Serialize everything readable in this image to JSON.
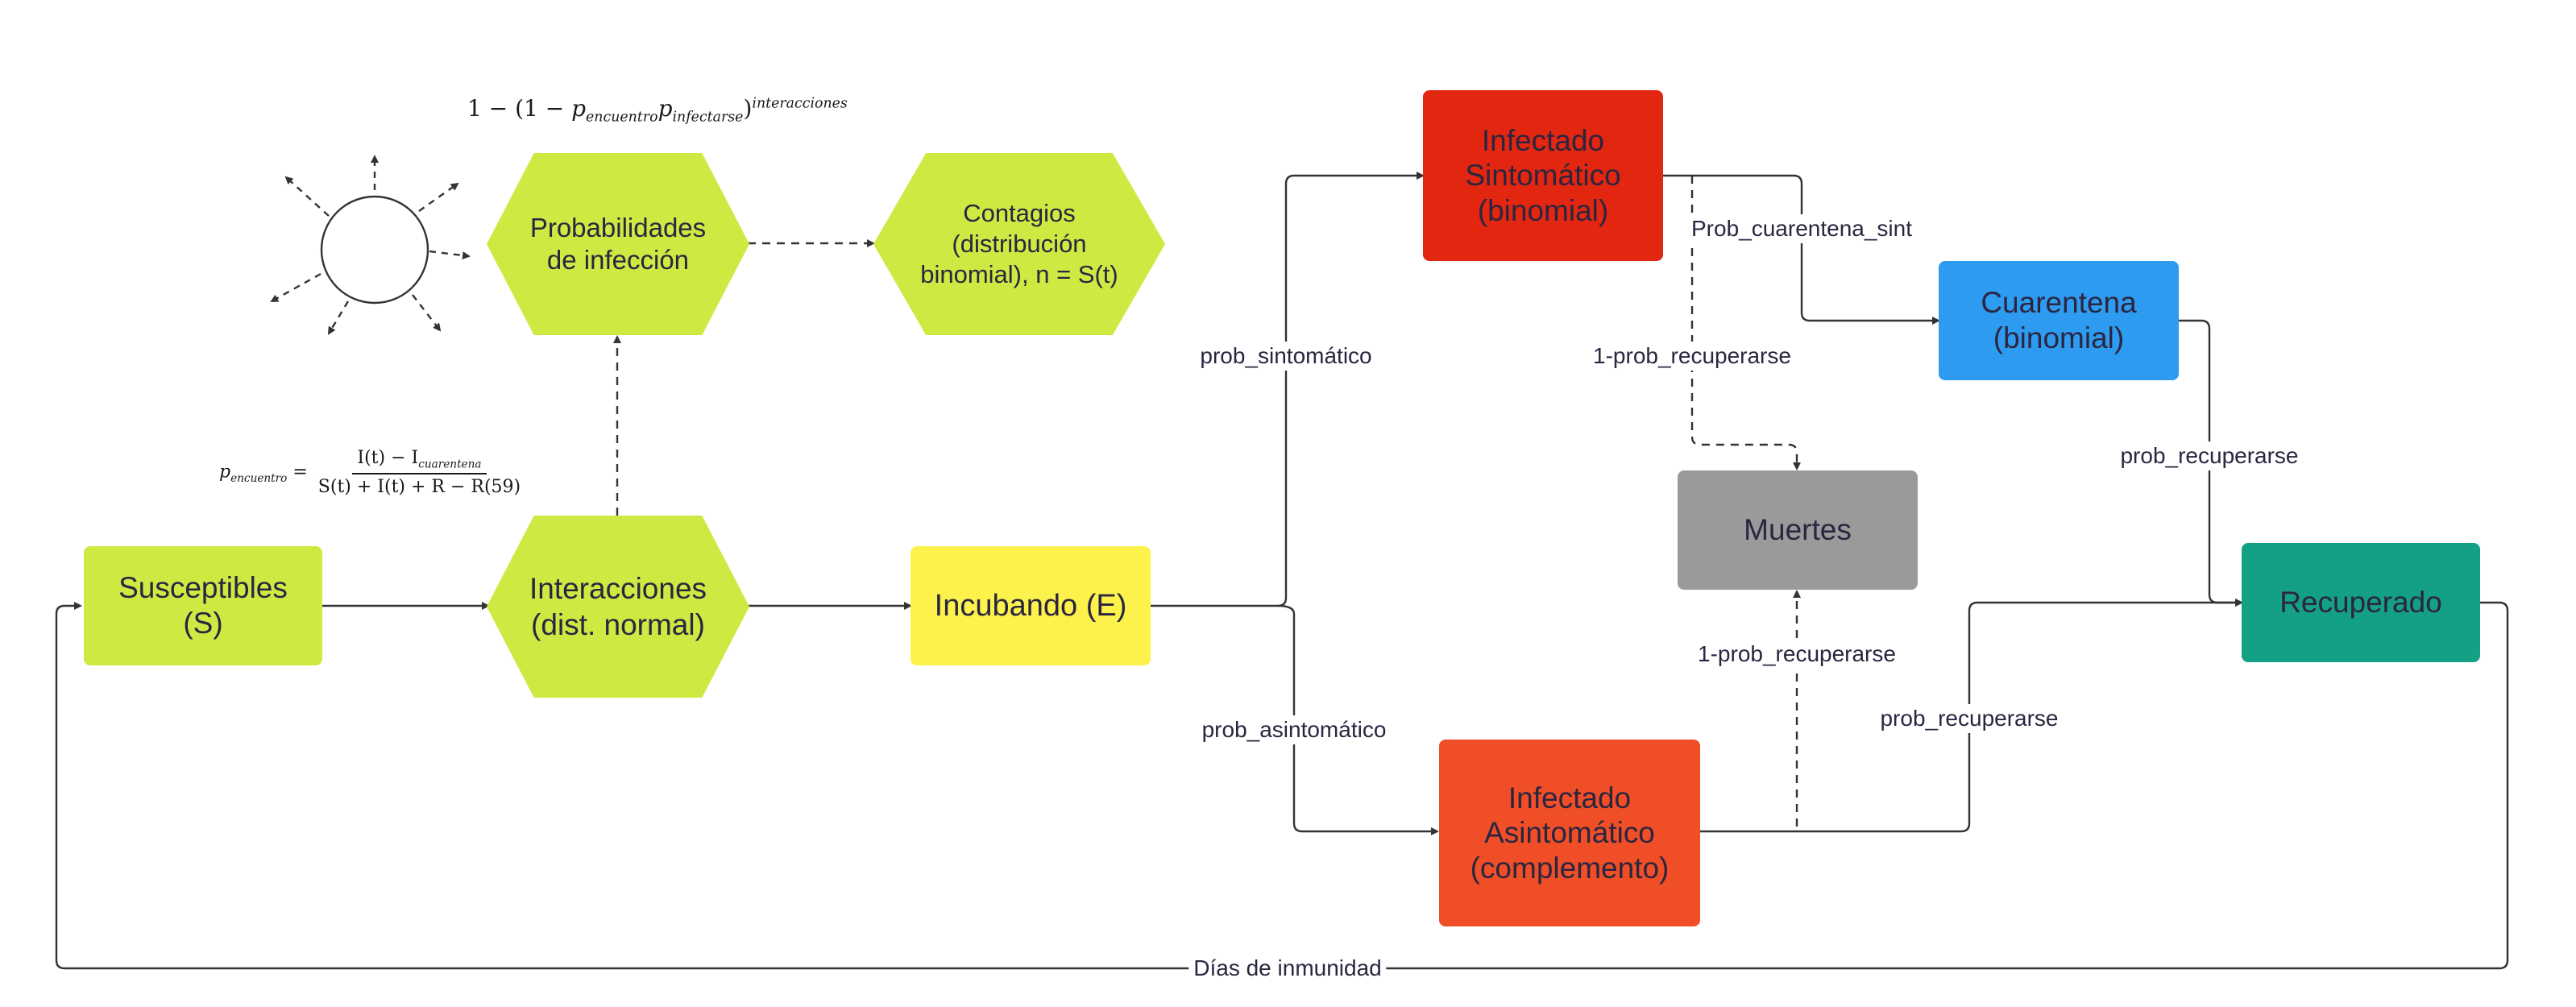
{
  "colors": {
    "lime": "#cde942",
    "yellow": "#fdf24c",
    "red_symptomatic": "#e3260f",
    "orange_asymptomatic": "#f04e27",
    "blue": "#2d9bf0",
    "gray": "#9a9a9a",
    "teal": "#14a085",
    "line": "#333333"
  },
  "nodes": {
    "susceptibles": "Susceptibles\n(S)",
    "interacciones": "Interacciones\n(dist. normal)",
    "probabilidades": "Probabilidades\nde infección",
    "contagios": "Contagios\n(distribución\nbinomial), n = S(t)",
    "incubando": "Incubando (E)",
    "sintomatico": "Infectado\nSintomático\n(binomial)",
    "asintomatico": "Infectado\nAsintomático\n(complemento)",
    "cuarentena": "Cuarentena\n(binomial)",
    "muertes": "Muertes",
    "recuperado": "Recuperado"
  },
  "edge_labels": {
    "prob_sintomatico": "prob_sintomático",
    "prob_asintomatico": "prob_asintomático",
    "prob_cuarentena_sint": "Prob_cuarentena_sint",
    "recuperarse_sint_muertes": "1-prob_recuperarse",
    "recuperarse_asint_muertes": "1-prob_recuperarse",
    "recuperarse_cuarentena": "prob_recuperarse",
    "recuperarse_asint": "prob_recuperarse",
    "dias_inmunidad": "Días de inmunidad"
  },
  "formulas": {
    "infection_prob": {
      "prefix": "1 − (1 − ",
      "p1": "p",
      "p1_sub": "encuentro",
      "p2": "p",
      "p2_sub": "infectarse",
      "close": ")",
      "exponent": "interacciones"
    },
    "encounter_prob": {
      "lhs": "p",
      "lhs_sub": "encuentro",
      "eq": " = ",
      "num_a": "I(t) − I",
      "num_sub": "cuarentena",
      "den": "S(t) + I(t) + R − R(59)"
    }
  },
  "icons": {
    "contacts": "contacts-burst-icon"
  }
}
